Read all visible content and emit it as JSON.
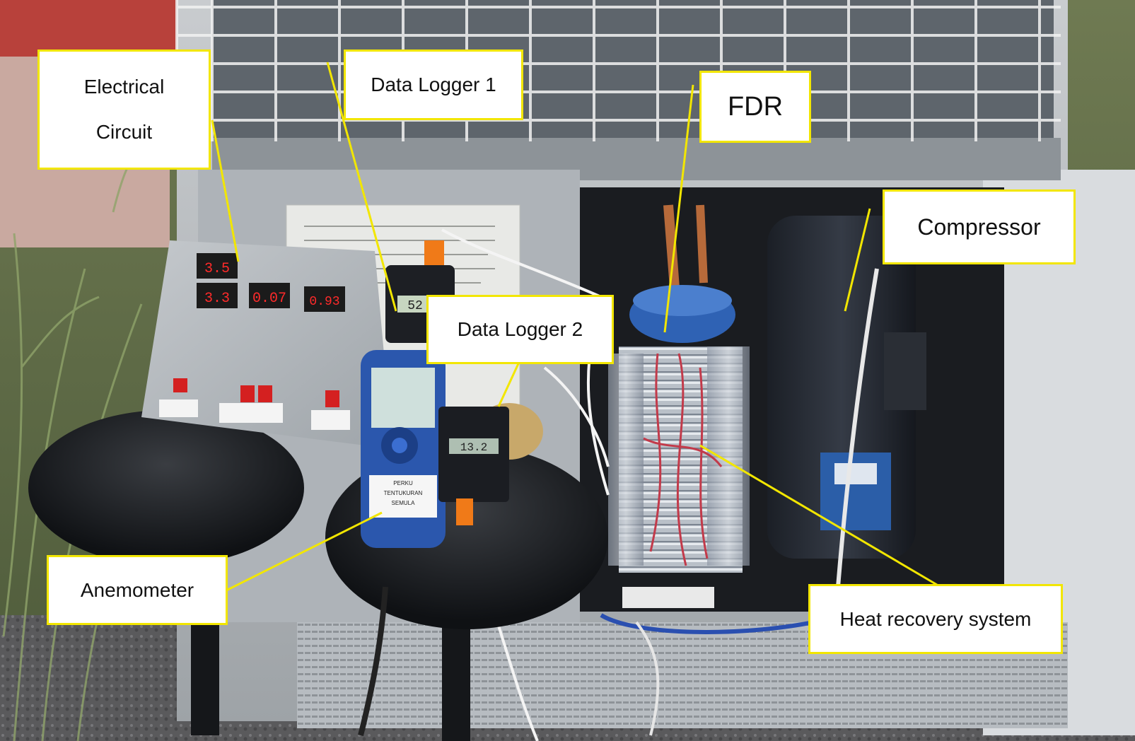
{
  "figure": {
    "description_labels": {
      "electrical_circuit": "Electrical\nCircuit",
      "data_logger_1": "Data Logger 1",
      "fdr": "FDR",
      "compressor": "Compressor",
      "data_logger_2": "Data Logger 2",
      "anemometer": "Anemometer",
      "heat_recovery": "Heat recovery system"
    },
    "panel_readouts": [
      "3.5",
      "3.3",
      "0.07",
      "0.93"
    ],
    "logger1_readout": "52",
    "logger2_readout": "13.2",
    "anemometer_tag": "PERKU\nTENTUKURAN\nSEMULA",
    "callout_color": "#f2e600"
  }
}
